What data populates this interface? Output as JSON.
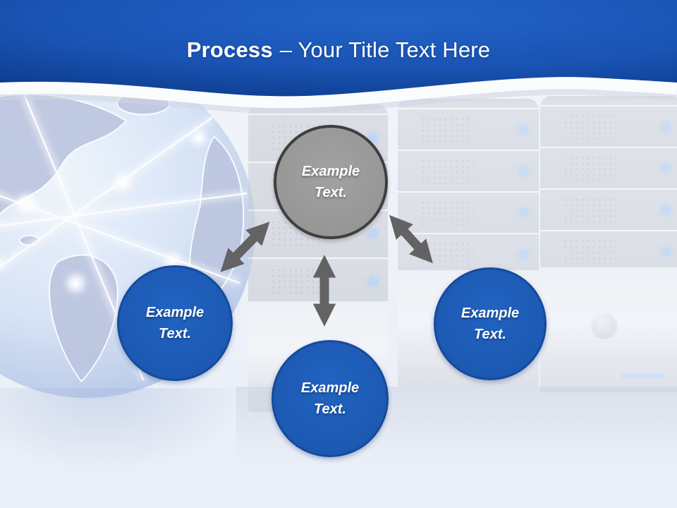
{
  "slide": {
    "title": {
      "emphasis": "Process",
      "rest": "– Your Title Text Here"
    }
  },
  "diagram": {
    "nodes": [
      {
        "id": "center",
        "variant": "gray",
        "line1": "Example",
        "line2": "Text."
      },
      {
        "id": "left",
        "variant": "blue",
        "line1": "Example",
        "line2": "Text."
      },
      {
        "id": "bottom",
        "variant": "blue",
        "line1": "Example",
        "line2": "Text."
      },
      {
        "id": "right",
        "variant": "blue",
        "line1": "Example",
        "line2": "Text."
      }
    ],
    "connectors": [
      {
        "from": "center",
        "to": "left",
        "type": "double-arrow"
      },
      {
        "from": "center",
        "to": "bottom",
        "type": "double-arrow"
      },
      {
        "from": "center",
        "to": "right",
        "type": "double-arrow"
      }
    ]
  },
  "background": {
    "globe": "network-globe-illustration",
    "servers": "three-tower-server-illustration",
    "server_led_count_per_tower": 4
  },
  "colors": {
    "header_blue_center": "#2161c6",
    "header_blue_edge": "#0c3a8a",
    "node_blue_fill": "#1c59b2",
    "node_blue_border": "#164a9b",
    "node_gray_fill": "#9a9a9a",
    "node_gray_border": "#3e3e3e",
    "arrow_gray": "#636363",
    "led_blue": "#a2c6f2",
    "background_tint": "#eef2f9"
  }
}
